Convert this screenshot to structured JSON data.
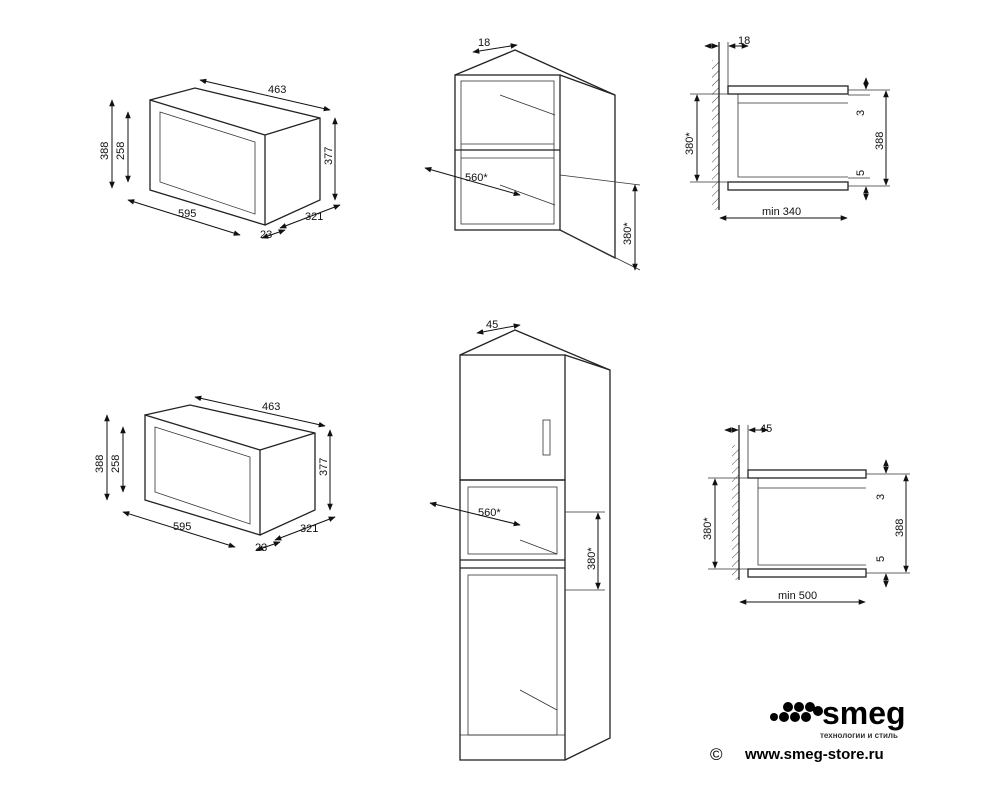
{
  "diagram_top_left": {
    "depth": "463",
    "height_outer": "388",
    "height_inner": "258",
    "height_body": "377",
    "width": "595",
    "body_depth": "321",
    "frame_depth": "23"
  },
  "diagram_top_center": {
    "top": "18",
    "width": "560*",
    "height": "380*"
  },
  "diagram_top_right": {
    "gap": "18",
    "opening": "380*",
    "top_gap": "3",
    "bottom_gap": "5",
    "height": "388",
    "min_depth": "min 340"
  },
  "diagram_bottom_left": {
    "depth": "463",
    "height_outer": "388",
    "height_inner": "258",
    "height_body": "377",
    "width": "595",
    "body_depth": "321",
    "frame_depth": "23"
  },
  "diagram_bottom_center": {
    "top": "45",
    "width": "560*",
    "height": "380*"
  },
  "diagram_bottom_right": {
    "gap": "45",
    "opening": "380*",
    "top_gap": "3",
    "bottom_gap": "5",
    "height": "388",
    "min_depth": "min 500"
  },
  "brand": {
    "name": "smeg",
    "tagline": "технологии и стиль",
    "copyright": "©",
    "url": "www.smeg-store.ru"
  }
}
